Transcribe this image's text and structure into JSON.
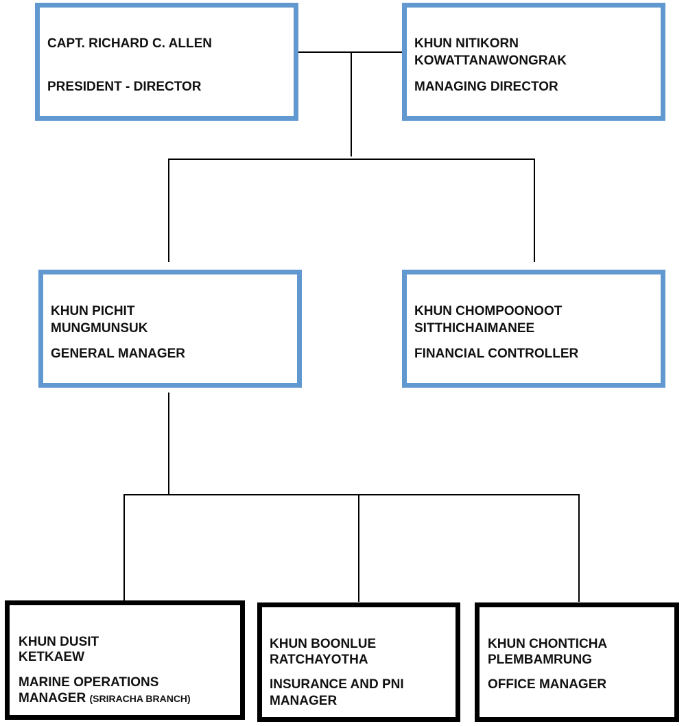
{
  "org_chart": {
    "top_left": {
      "name": "CAPT. RICHARD C. ALLEN",
      "title": "PRESIDENT -  DIRECTOR"
    },
    "top_right": {
      "name_line1": "KHUN NITIKORN",
      "name_line2": "KOWATTANAWONGRAK",
      "title": "MANAGING DIRECTOR"
    },
    "mid_left": {
      "name_line1": "KHUN PICHIT",
      "name_line2": "MUNGMUNSUK",
      "title": "GENERAL MANAGER"
    },
    "mid_right": {
      "name_line1": "KHUN CHOMPOONOOT",
      "name_line2": "SITTHICHAIMANEE",
      "title": "FINANCIAL CONTROLLER"
    },
    "bottom_left": {
      "name_line1": "KHUN DUSIT",
      "name_line2": "KETKAEW",
      "title_line1": "MARINE OPERATIONS",
      "title_line2": "MANAGER",
      "title_line2_suffix": "(SRIRACHA  BRANCH)"
    },
    "bottom_mid": {
      "name_line1": "KHUN BOONLUE",
      "name_line2": "RATCHAYOTHA",
      "title_line1": "INSURANCE AND PNI",
      "title_line2": "MANAGER"
    },
    "bottom_right": {
      "name_line1": "KHUN CHONTICHA",
      "name_line2": "PLEMBAMRUNG",
      "title": "OFFICE MANAGER"
    }
  },
  "colors": {
    "executive_border": "#6098cf",
    "staff_border": "#000000",
    "connector": "#000000"
  }
}
